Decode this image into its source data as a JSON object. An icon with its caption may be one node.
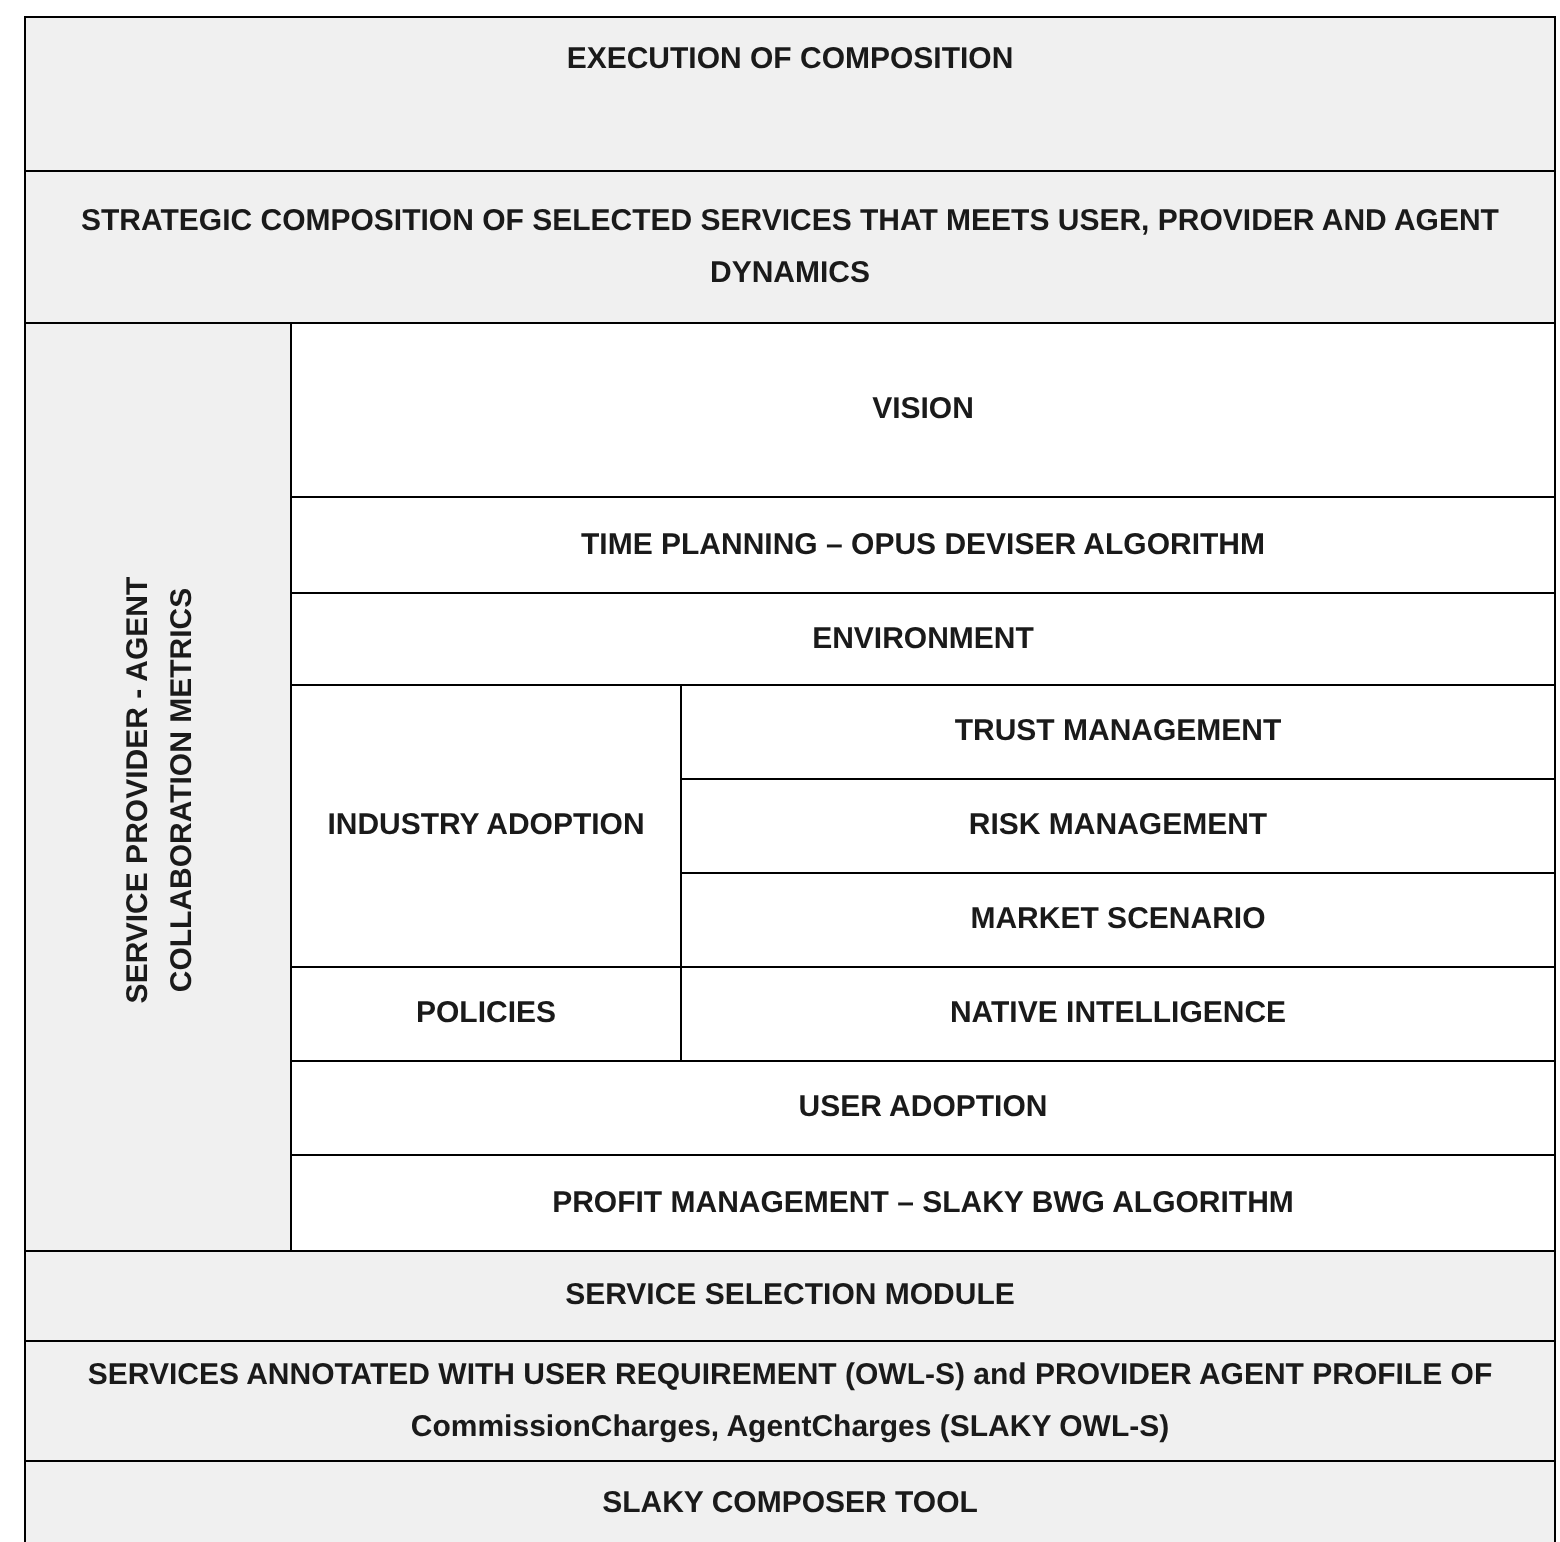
{
  "diagram": {
    "nodes": [
      {
        "text": [
          "EXECUTION OF COMPOSITION"
        ]
      },
      {
        "text": [
          "STRATEGIC COMPOSITION OF SELECTED SERVICES THAT MEETS USER, PROVIDER AND AGENT DYNAMICS"
        ]
      },
      {
        "text": [
          "SERVICE PROVIDER - AGENT COLLABORATION METRICS"
        ]
      },
      {
        "text": [
          "VISION"
        ]
      },
      {
        "text": [
          "TIME PLANNING – OPUS DEVISER ALGORITHM"
        ]
      },
      {
        "text": [
          "ENVIRONMENT"
        ]
      },
      {
        "text": [
          "INDUSTRY ADOPTION"
        ]
      },
      {
        "text": [
          "TRUST MANAGEMENT"
        ]
      },
      {
        "text": [
          "RISK MANAGEMENT"
        ]
      },
      {
        "text": [
          "MARKET SCENARIO"
        ]
      },
      {
        "text": [
          "POLICIES"
        ]
      },
      {
        "text": [
          "NATIVE INTELLIGENCE"
        ]
      },
      {
        "text": [
          "USER ADOPTION"
        ]
      },
      {
        "text": [
          "PROFIT MANAGEMENT – SLAKY BWG ALGORITHM"
        ]
      },
      {
        "text": [
          "SERVICE SELECTION MODULE"
        ]
      },
      {
        "text": [
          "SERVICES ANNOTATED WITH USER REQUIREMENT (OWL-S) and PROVIDER AGENT PROFILE OF CommissionCharges, AgentCharges (SLAKY OWL-S)"
        ]
      },
      {
        "text": [
          "SLAKY COMPOSER TOOL"
        ]
      }
    ]
  }
}
